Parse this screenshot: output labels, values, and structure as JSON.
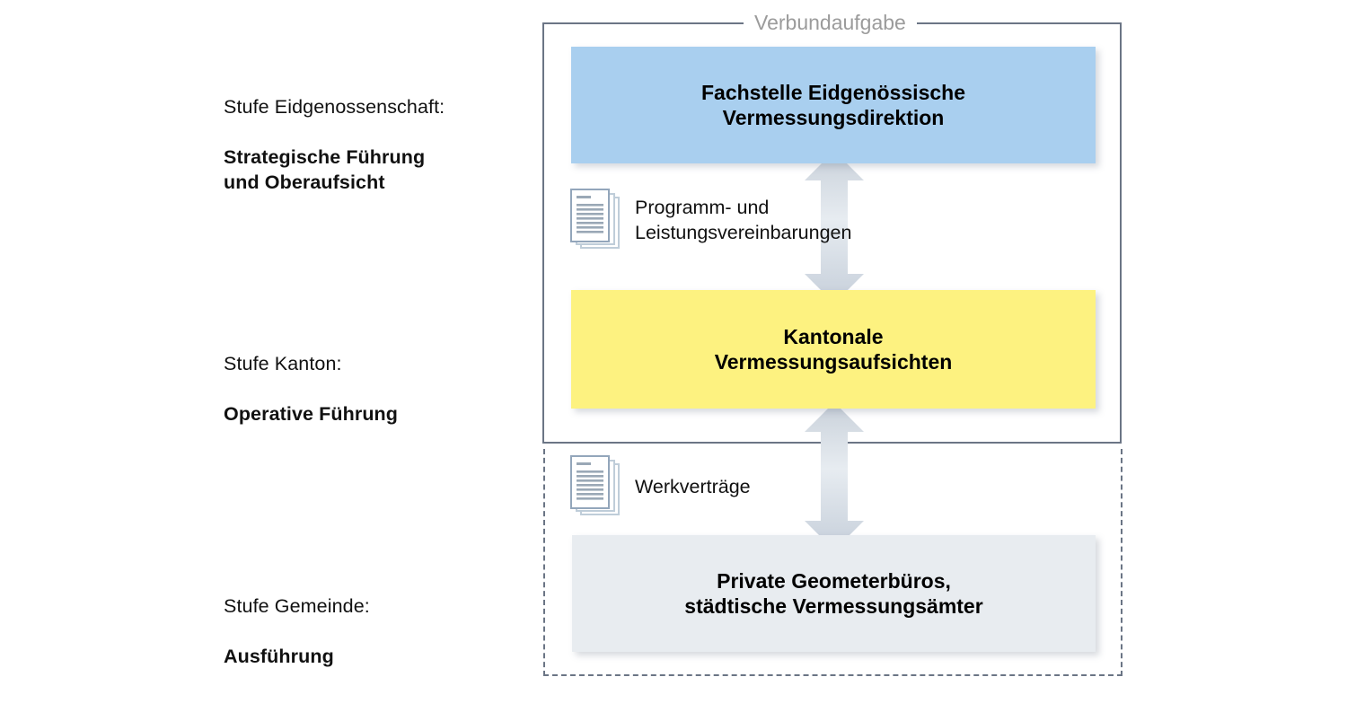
{
  "diagram": {
    "container_solid_title": "Verbundaufgabe",
    "levels": [
      {
        "id": "eidgenossenschaft",
        "line1": "Stufe Eidgenossenschaft:",
        "line2": "Strategische Führung\nund Oberaufsicht"
      },
      {
        "id": "kanton",
        "line1": "Stufe Kanton:",
        "line2": "Operative Führung"
      },
      {
        "id": "gemeinde",
        "line1": "Stufe Gemeinde:",
        "line2": "Ausführung"
      }
    ],
    "nodes": [
      {
        "id": "fachstelle",
        "label": "Fachstelle Eidgenössische\nVermessungsdirektion",
        "color": "#a9cfef"
      },
      {
        "id": "kantonale",
        "label": "Kantonale\nVermessungsaufsichten",
        "color": "#fdf280"
      },
      {
        "id": "private",
        "label": "Private Geometerbüros,\nstädtische Vermessungsämter",
        "color": "#e8ecf0"
      }
    ],
    "connectors": [
      {
        "id": "programm",
        "icon": "documents-stack-icon",
        "caption": "Programm- und\nLeistungsvereinbarungen",
        "arrow": "double-arrow-vertical"
      },
      {
        "id": "werkvertraege",
        "icon": "documents-stack-icon",
        "caption": "Werkverträge",
        "arrow": "double-arrow-vertical"
      }
    ],
    "colors": {
      "border": "#6b7585",
      "title_text": "#9b9b9b",
      "arrow_light": "#e3e8ee",
      "arrow_dark": "#c3cbd6",
      "text": "#111111"
    }
  }
}
